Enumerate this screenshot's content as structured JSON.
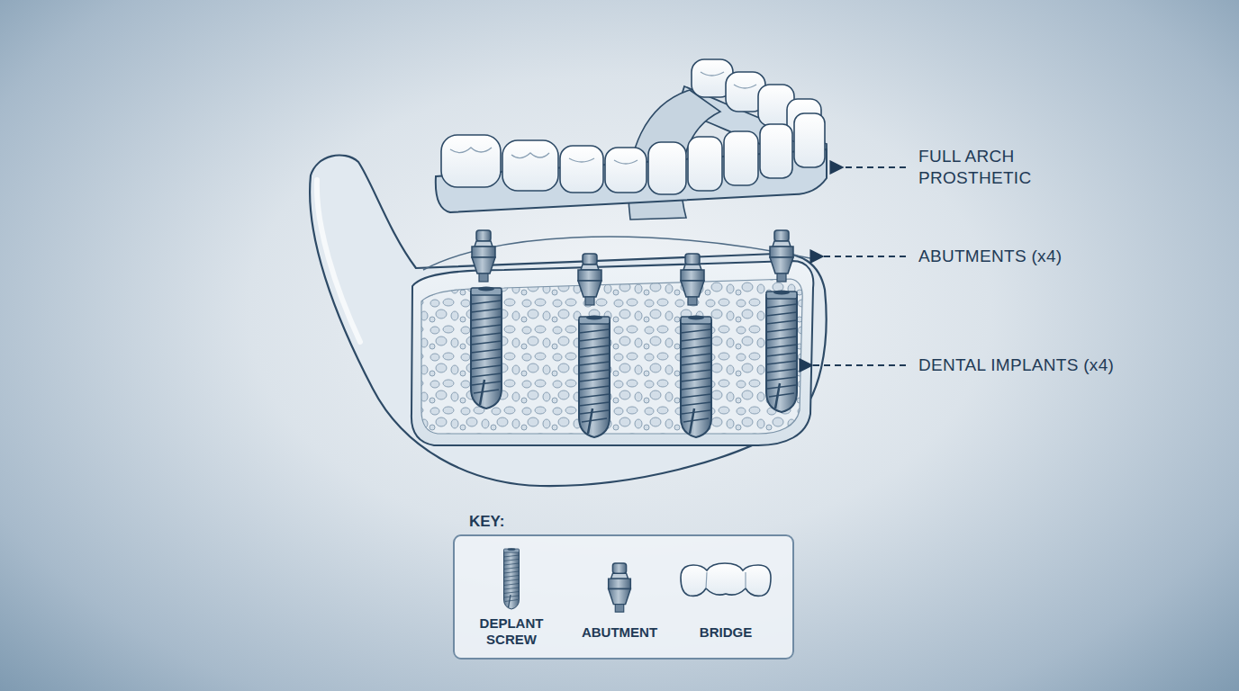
{
  "diagram": {
    "nodes": [
      {
        "text": [
          "KEY:"
        ]
      }
    ],
    "labels": [
      "FULL ARCH PROSTHETIC",
      "ABUTMENTS (x4)",
      "DENTAL IMPLANTS (x4)"
    ],
    "legend": [
      {
        "text": "DEPLANT SCREW"
      },
      {
        "text": "ABUTMENT"
      },
      {
        "text": "BRIDGE"
      }
    ]
  }
}
